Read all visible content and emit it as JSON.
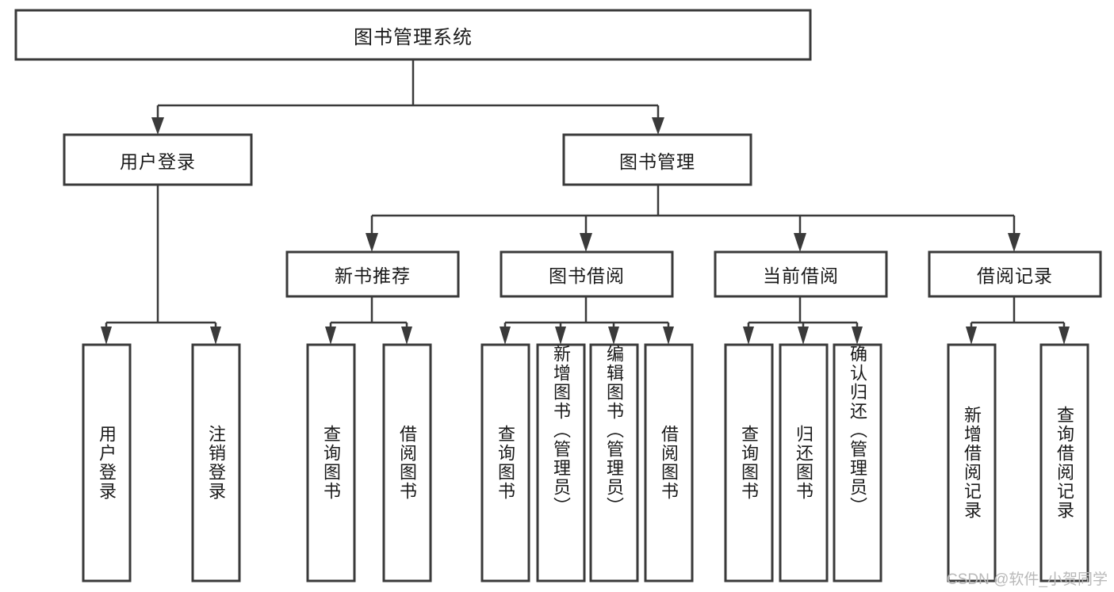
{
  "diagram": {
    "title": "图书管理系统",
    "type": "tree",
    "watermark": "CSDN @软件_小贺同学",
    "colors": {
      "box_stroke": "#3a3a3a",
      "box_fill": "#ffffff",
      "line": "#3a3a3a",
      "text": "#1a1a1a",
      "watermark": "#b9b9b9",
      "background": "#ffffff"
    },
    "levels": {
      "root": {
        "id": "root",
        "label": "图书管理系统",
        "orientation": "horizontal"
      },
      "level2": [
        {
          "id": "user-login",
          "label": "用户登录",
          "orientation": "horizontal"
        },
        {
          "id": "book-management",
          "label": "图书管理",
          "orientation": "horizontal"
        }
      ],
      "level3": [
        {
          "id": "new-book-recommend",
          "label": "新书推荐",
          "orientation": "horizontal",
          "parent": "book-management"
        },
        {
          "id": "book-borrow",
          "label": "图书借阅",
          "orientation": "horizontal",
          "parent": "book-management"
        },
        {
          "id": "current-borrow",
          "label": "当前借阅",
          "orientation": "horizontal",
          "parent": "book-management"
        },
        {
          "id": "borrow-record",
          "label": "借阅记录",
          "orientation": "horizontal",
          "parent": "book-management"
        }
      ],
      "leaves": [
        {
          "id": "leaf-user-login",
          "label": "用户登录",
          "orientation": "vertical",
          "parent": "user-login"
        },
        {
          "id": "leaf-logout",
          "label": "注销登录",
          "orientation": "vertical",
          "parent": "user-login"
        },
        {
          "id": "leaf-query-book-1",
          "label": "查询图书",
          "orientation": "vertical",
          "parent": "new-book-recommend"
        },
        {
          "id": "leaf-borrow-book-1",
          "label": "借阅图书",
          "orientation": "vertical",
          "parent": "new-book-recommend"
        },
        {
          "id": "leaf-query-book-2",
          "label": "查询图书",
          "orientation": "vertical",
          "parent": "book-borrow"
        },
        {
          "id": "leaf-add-book",
          "label": "新增图书（管理员）",
          "orientation": "vertical",
          "parent": "book-borrow"
        },
        {
          "id": "leaf-edit-book",
          "label": "编辑图书（管理员）",
          "orientation": "vertical",
          "parent": "book-borrow"
        },
        {
          "id": "leaf-borrow-book-2",
          "label": "借阅图书",
          "orientation": "vertical",
          "parent": "book-borrow"
        },
        {
          "id": "leaf-query-book-3",
          "label": "查询图书",
          "orientation": "vertical",
          "parent": "current-borrow"
        },
        {
          "id": "leaf-return-book",
          "label": "归还图书",
          "orientation": "vertical",
          "parent": "current-borrow"
        },
        {
          "id": "leaf-confirm-return",
          "label": "确认归还（管理员）",
          "orientation": "vertical",
          "parent": "current-borrow"
        },
        {
          "id": "leaf-add-record",
          "label": "新增借阅记录",
          "orientation": "vertical",
          "parent": "borrow-record"
        },
        {
          "id": "leaf-query-record",
          "label": "查询借阅记录",
          "orientation": "vertical",
          "parent": "borrow-record"
        }
      ]
    }
  }
}
